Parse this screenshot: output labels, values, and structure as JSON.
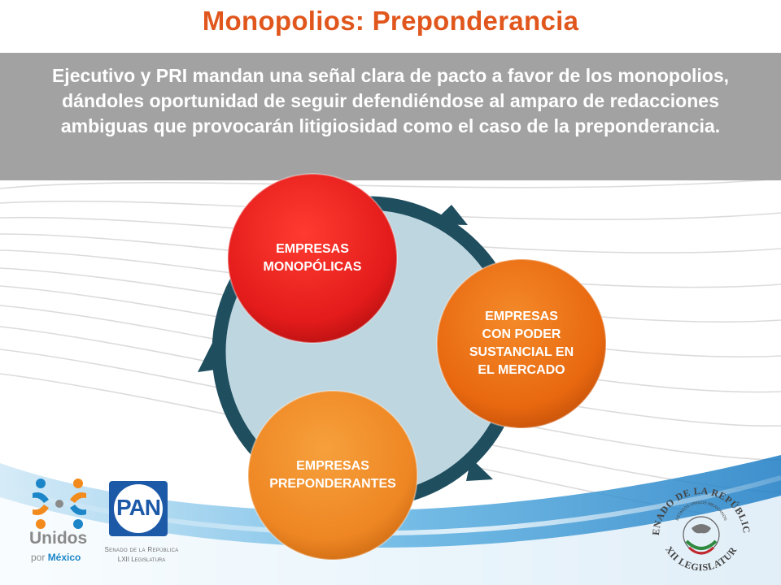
{
  "slide": {
    "title": "Monopolios: Preponderancia",
    "banner_text": "Ejecutivo y PRI mandan una señal clara de pacto a favor de los monopolios, dándoles oportunidad de seguir defendiéndose al amparo de redacciones ambiguas que provocarán litigiosidad como el caso de la preponderancia."
  },
  "cycle": {
    "nodes": [
      {
        "label": "EMPRESAS\nMONOPÓLICAS"
      },
      {
        "label": "EMPRESAS\nCON PODER\nSUSTANCIAL EN\nEL MERCADO"
      },
      {
        "label": "EMPRESAS\nPREPONDERANTES"
      }
    ]
  },
  "logos": {
    "unidos_line1": "Unidos",
    "unidos_line2_prefix": "por",
    "unidos_line2": "México",
    "pan_mark": "PAN",
    "pan_caption1": "Senado de la República",
    "pan_caption2": "LXII Legislatura",
    "seal_top": "SENADO DE LA REPÚBLICA",
    "seal_bottom": "LXII LEGISLATURA",
    "seal_inner": "ESTADOS UNIDOS MEXICANOS"
  },
  "colors": {
    "title": "#e0561c",
    "banner": "#a2a2a2",
    "ring": "#1f4e5f",
    "circle_fill": "#bed6e0",
    "node_red": "#e02020",
    "node_orange": "#ea6e14",
    "node_orange_light": "#ef8a26",
    "accent_blue": "#1c86c8"
  }
}
